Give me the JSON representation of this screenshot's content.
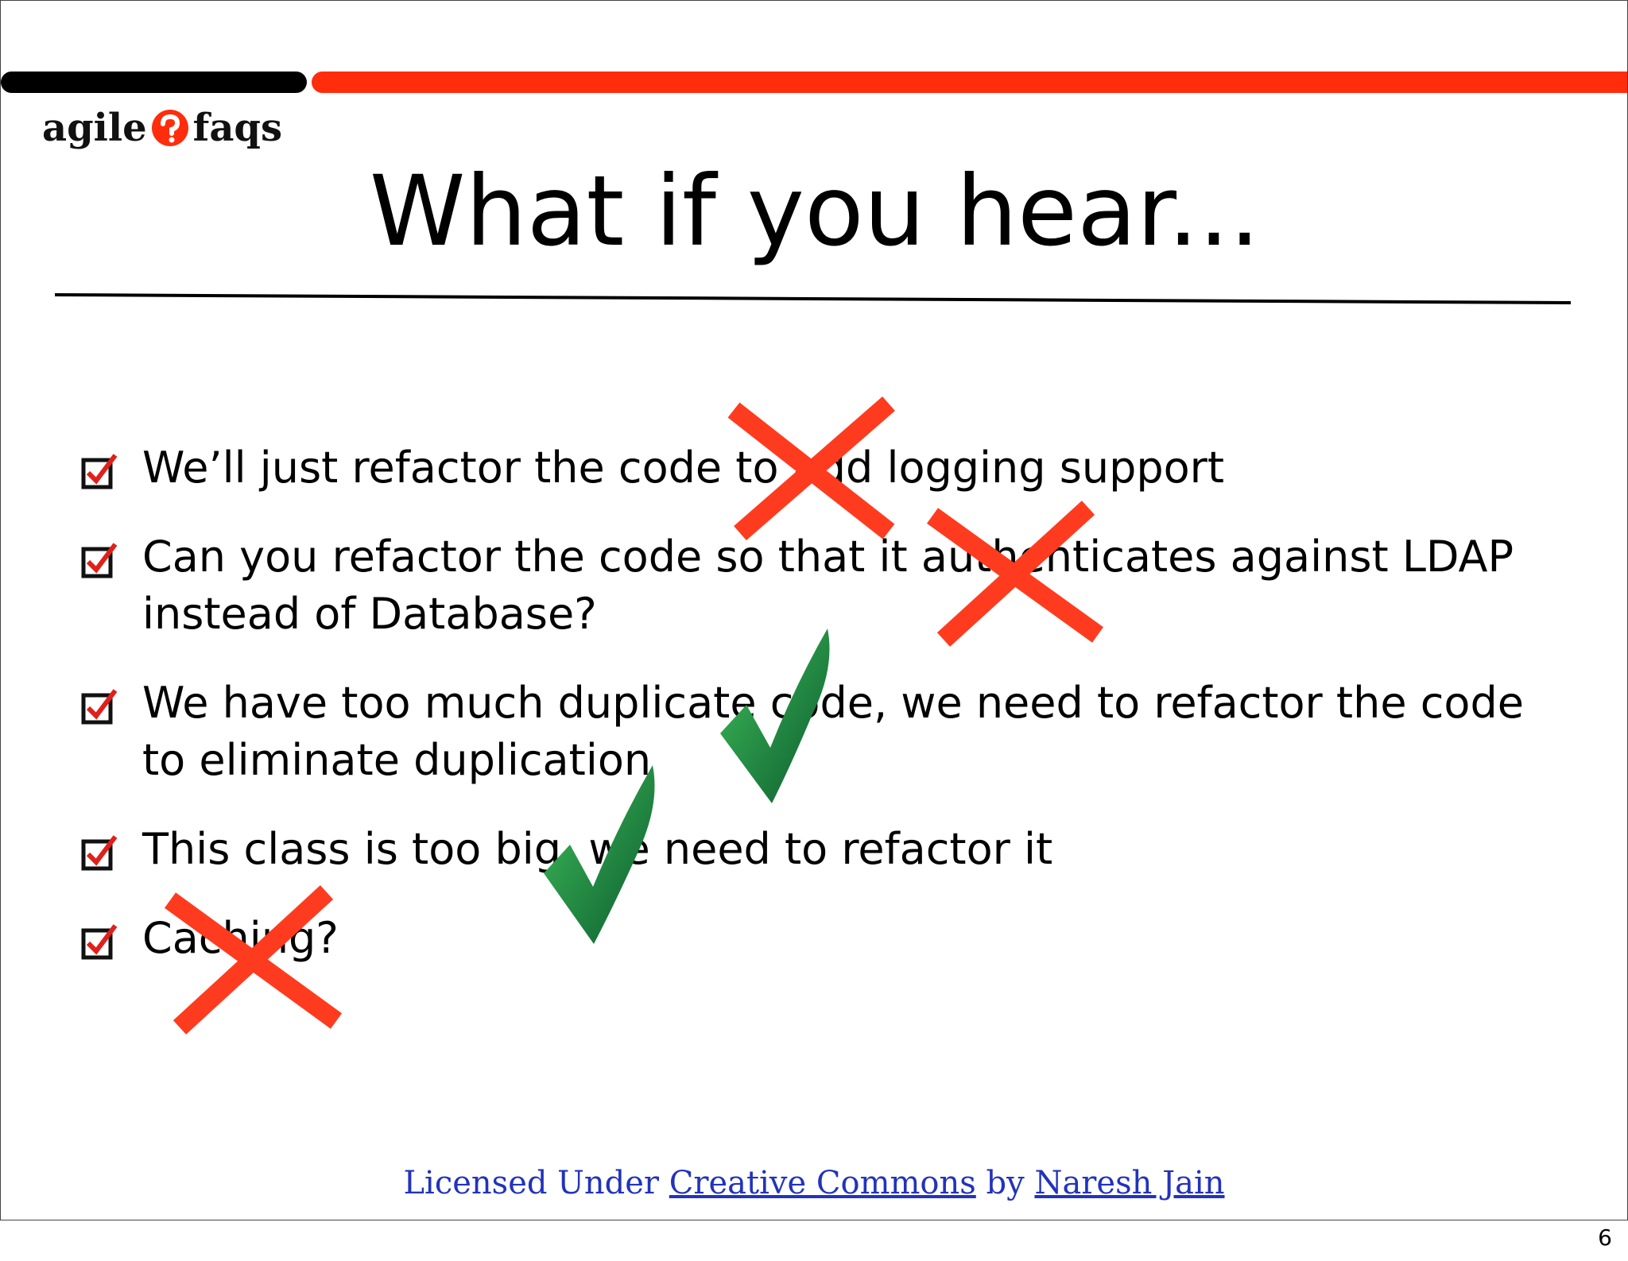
{
  "logo": {
    "left_text": "agile",
    "right_text": "faqs"
  },
  "title": "What if you hear...",
  "bullets": [
    {
      "text": "We’ll just refactor the code to add logging support"
    },
    {
      "text": "Can you refactor the code so that it authenticates against LDAP instead of Database?"
    },
    {
      "text": "We have too much duplicate code, we need to refactor the code to eliminate duplication"
    },
    {
      "text": "This class is too big, we need to refactor it"
    },
    {
      "text": "Caching?"
    }
  ],
  "footer": {
    "prefix": "Licensed Under",
    "link1": "Creative Commons",
    "by": "by",
    "link2": "Naresh Jain"
  },
  "page_number": "6",
  "colors": {
    "accent_red": "#ff2d0b",
    "cross_red": "#ff3b1f",
    "check_green": "#1f7a3a",
    "link_blue": "#2233bb"
  },
  "icons": [
    "checkbox-icon",
    "red-cross-icon",
    "green-checkmark-icon"
  ]
}
